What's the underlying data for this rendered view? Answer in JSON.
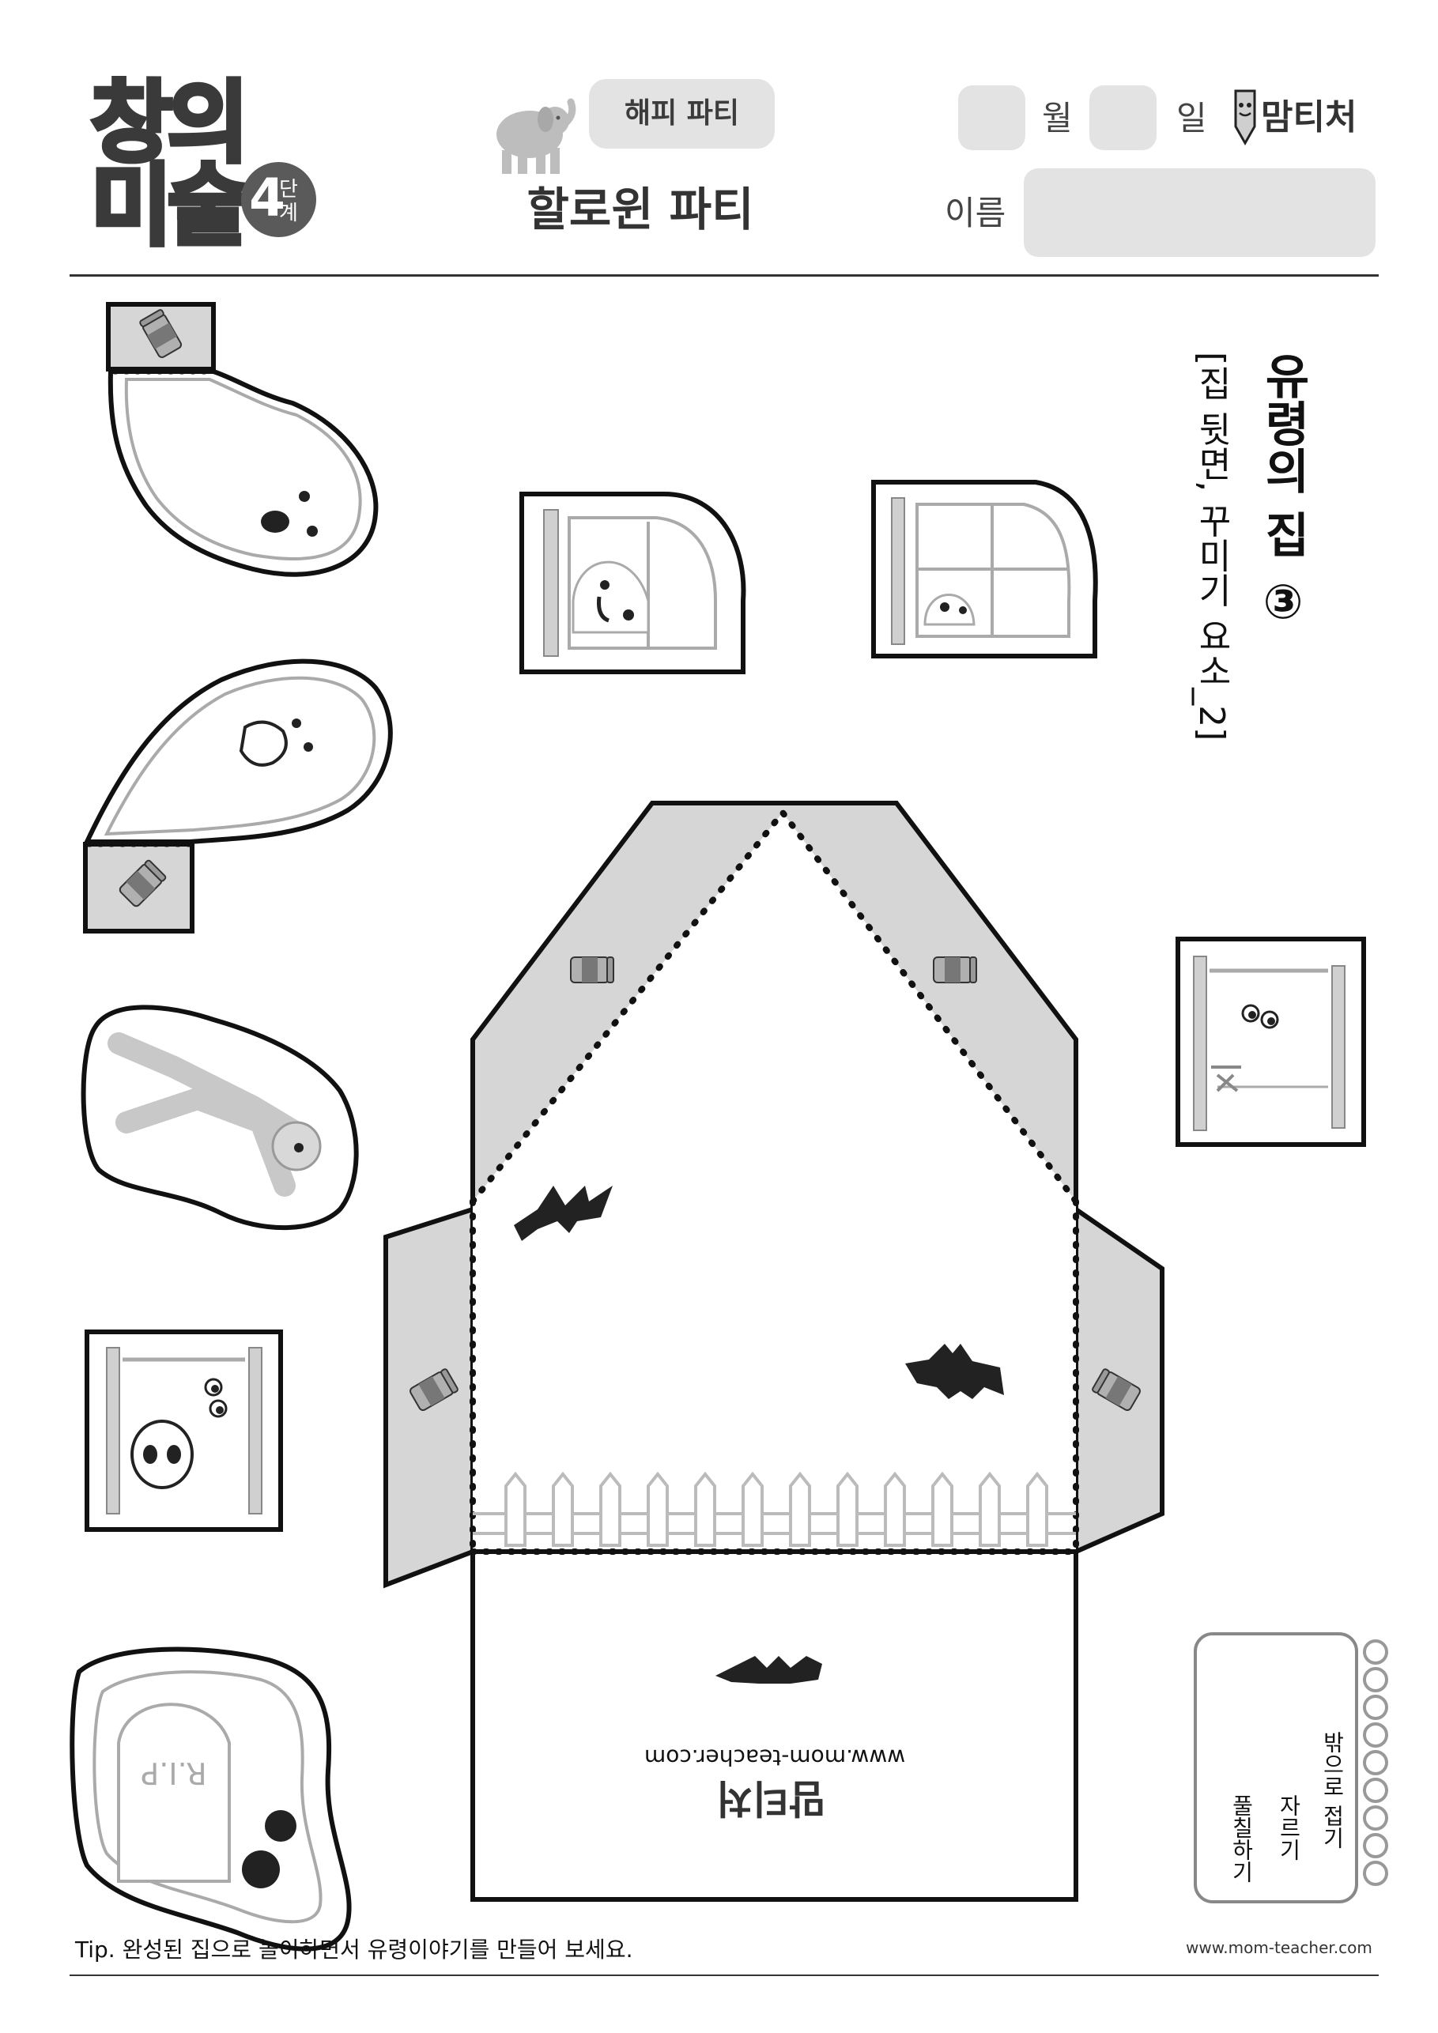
{
  "header": {
    "series_line1": "창의",
    "series_line2": "미술",
    "stage_number": "4",
    "stage_unit": "단계",
    "subtitle": "해피 파티",
    "title": "할로윈 파티",
    "month_label": "월",
    "day_label": "일",
    "name_label": "이름",
    "brand": "맘티처"
  },
  "worksheet": {
    "title": "유령의 집 ③",
    "subtitle": "[집 뒷면, 꾸미기 요소_2]",
    "piece_site": "www.mom-teacher.com",
    "piece_brand": "맘티처"
  },
  "legend": {
    "fold": "밖으로 접기",
    "cut": "자르기",
    "glue": "풀칠하기"
  },
  "footer": {
    "tip": "Tip. 완성된 집으로 놀이하면서 유령이야기를 만들어 보세요.",
    "site": "www.mom-teacher.com"
  },
  "colors": {
    "ink": "#111111",
    "panel_gray": "#d6d6d6",
    "field_gray": "#e3e3e3",
    "outline_gray": "#9a9a9a"
  }
}
